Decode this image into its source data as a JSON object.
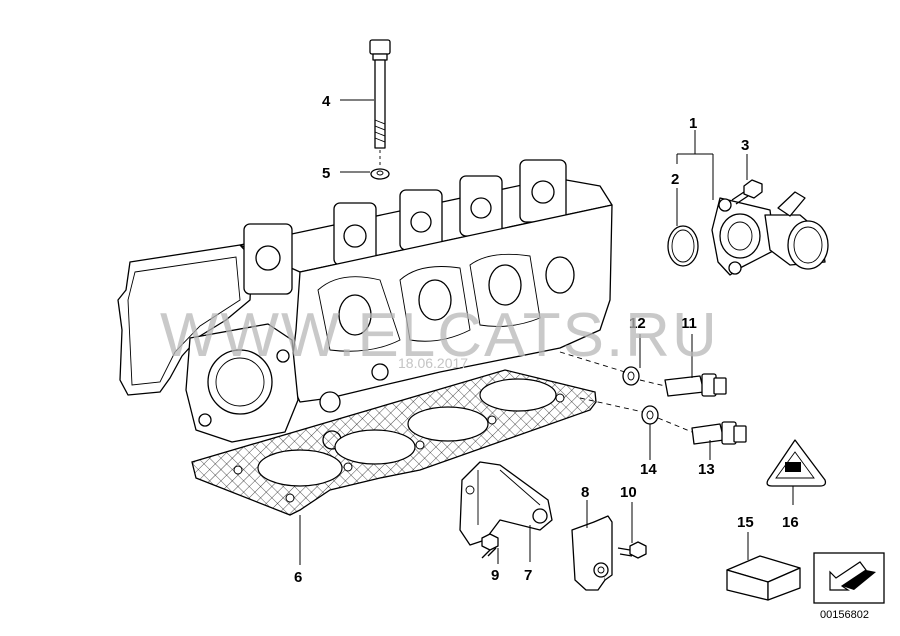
{
  "watermark": "WWW.ELCATS.RU",
  "date_stamp": "18.06.2017",
  "diagram_ref": "00156802",
  "callouts": [
    {
      "label": "1"
    },
    {
      "label": "2"
    },
    {
      "label": "3"
    },
    {
      "label": "4"
    },
    {
      "label": "5"
    },
    {
      "label": "6"
    },
    {
      "label": "7"
    },
    {
      "label": "8"
    },
    {
      "label": "9"
    },
    {
      "label": "10"
    },
    {
      "label": "11"
    },
    {
      "label": "12"
    },
    {
      "label": "13"
    },
    {
      "label": "14"
    },
    {
      "label": "15"
    },
    {
      "label": "16"
    }
  ]
}
